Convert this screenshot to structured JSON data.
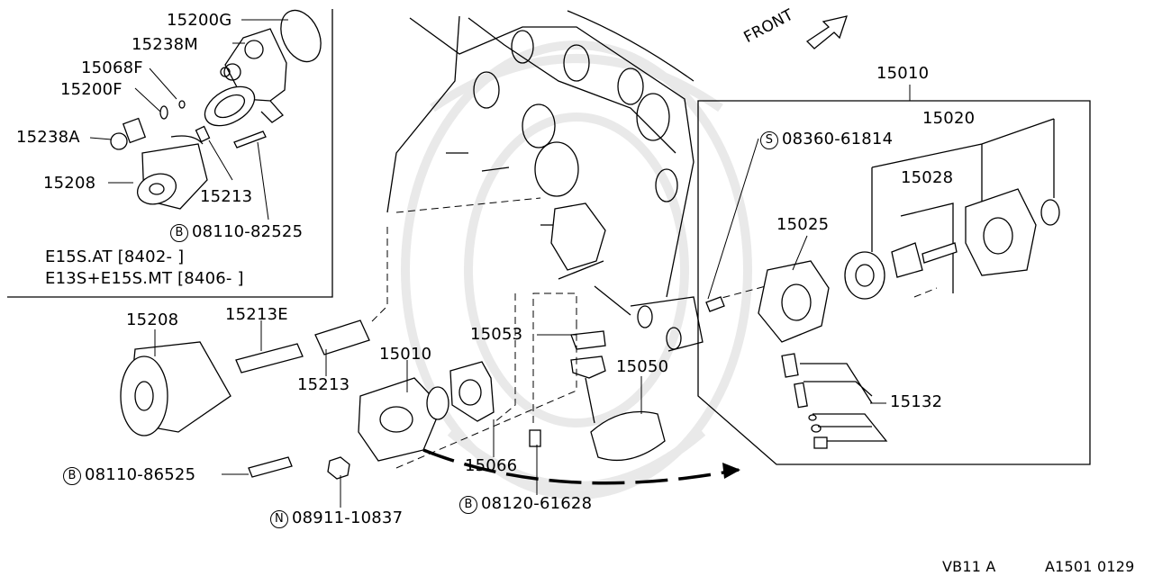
{
  "inset": {
    "labels": {
      "p15200G": "15200G",
      "p15238M": "15238M",
      "p15068F": "15068F",
      "p15200F": "15200F",
      "p15238A": "15238A",
      "p15208": "15208",
      "p15213": "15213",
      "bolt": "08110-82525",
      "bolt_prefix": "B"
    },
    "applicability": [
      "E15S.AT [8402-   ]",
      "E13S+E15S.MT [8406-   ]"
    ]
  },
  "main": {
    "labels": {
      "p15208": "15208",
      "p15213E": "15213E",
      "p15213": "15213",
      "p15010": "15010",
      "p15053": "15053",
      "p15050": "15050",
      "p15066": "15066",
      "bolt1": "08110-86525",
      "bolt1_prefix": "B",
      "nut": "08911-10837",
      "nut_prefix": "N",
      "bolt2": "08120-61628",
      "bolt2_prefix": "B"
    },
    "front": "FRONT"
  },
  "detail": {
    "labels": {
      "p15010": "15010",
      "p15020": "15020",
      "p15028": "15028",
      "p15025": "15025",
      "p15132": "15132",
      "screw": "08360-61814",
      "screw_prefix": "S"
    }
  },
  "footer": {
    "left": "VB11 A",
    "right": "A1501 0129"
  }
}
